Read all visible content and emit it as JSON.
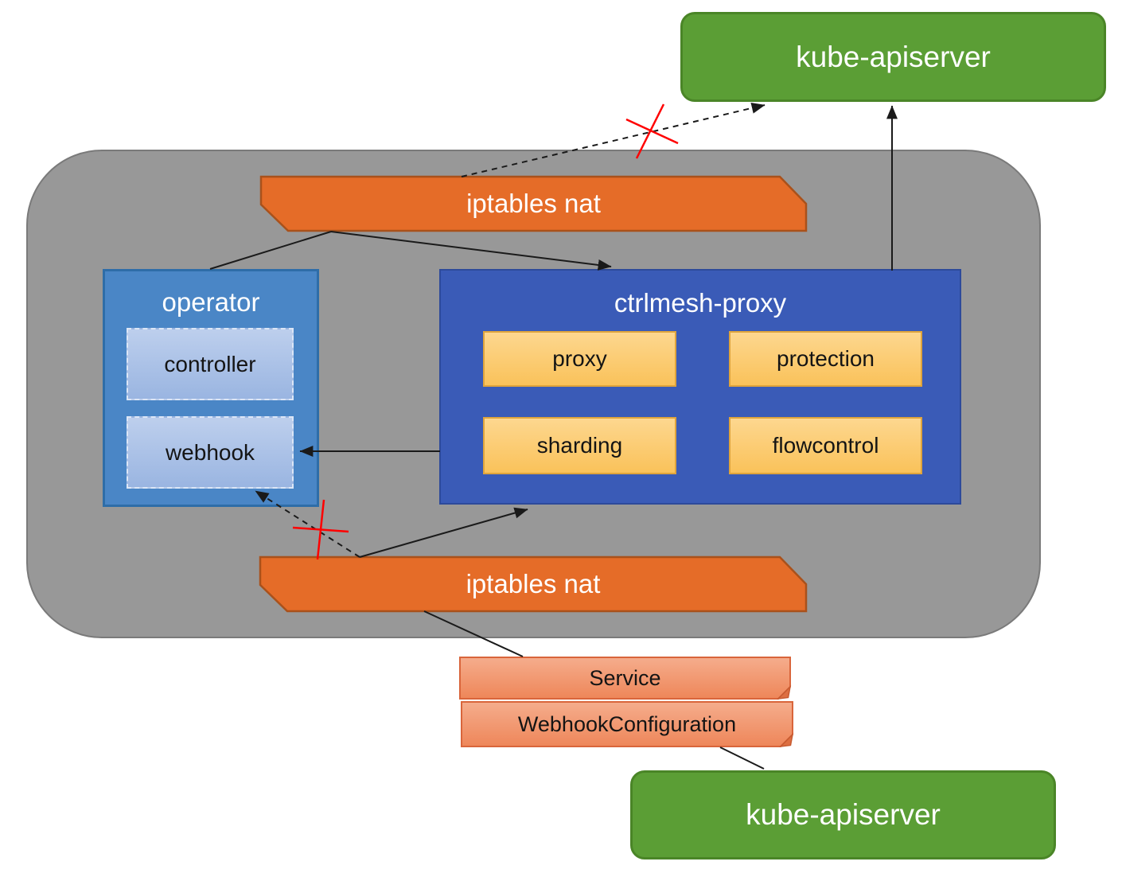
{
  "nodes": {
    "kube_apiserver_top": {
      "label": "kube-apiserver"
    },
    "iptables_nat_top": {
      "label": "iptables nat"
    },
    "operator": {
      "title": "operator",
      "controller": "controller",
      "webhook": "webhook"
    },
    "ctrlmesh_proxy": {
      "title": "ctrlmesh-proxy",
      "proxy": "proxy",
      "protection": "protection",
      "sharding": "sharding",
      "flowcontrol": "flowcontrol"
    },
    "iptables_nat_bottom": {
      "label": "iptables nat"
    },
    "service": {
      "label": "Service"
    },
    "webhook_configuration": {
      "label": "WebhookConfiguration"
    },
    "kube_apiserver_bottom": {
      "label": "kube-apiserver"
    }
  },
  "colors": {
    "node_green": "#5B9E35",
    "node_green_border": "#4A8527",
    "pod_gray": "#989898",
    "banner_orange": "#E56C28",
    "banner_orange_border": "#A9511B",
    "operator_blue": "#4A86C6",
    "proxy_dark_blue": "#3A5BB7",
    "inner_light_blue": "#AEC6EA",
    "module_yellow": "#FBC863",
    "config_salmon": "#F2A17B",
    "blocked_cross_red": "#FF0000",
    "connector_black": "#1A1A1A"
  }
}
